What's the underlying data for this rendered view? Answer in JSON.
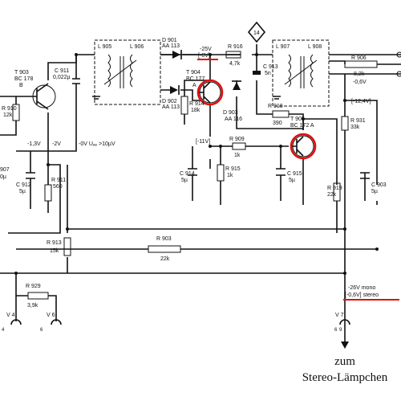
{
  "diagram": {
    "annotation_color": "#e01010",
    "transistors": [
      {
        "ref": "T 903",
        "type": "BC 178",
        "suffix": "B"
      },
      {
        "ref": "T 904",
        "type": "BC 177",
        "suffix": "A"
      },
      {
        "ref": "T 905",
        "type": "BC 172 A",
        "suffix": ""
      }
    ],
    "coils": [
      {
        "ref": "L 905"
      },
      {
        "ref": "L 906"
      },
      {
        "ref": "L 907"
      },
      {
        "ref": "L 908"
      }
    ],
    "diodes": [
      {
        "ref": "D 901",
        "type": "AA 113"
      },
      {
        "ref": "D 902",
        "type": "AA 113"
      },
      {
        "ref": "D 903",
        "type": "AA 116"
      }
    ],
    "resistors": [
      {
        "ref": "R 910",
        "value": "12k"
      },
      {
        "ref": "R 911",
        "value": "560"
      },
      {
        "ref": "R 913",
        "value": "15k"
      },
      {
        "ref": "R 914",
        "value": "18k"
      },
      {
        "ref": "R 915",
        "value": "1k"
      },
      {
        "ref": "R 916",
        "value": "4,7k"
      },
      {
        "ref": "R 918",
        "value": "390"
      },
      {
        "ref": "R 909",
        "value": "1k"
      },
      {
        "ref": "R 919",
        "value": "22k"
      },
      {
        "ref": "R 903",
        "value": "22k"
      },
      {
        "ref": "R 906",
        "value": "8,2k"
      },
      {
        "ref": "R 931",
        "value": "33k"
      },
      {
        "ref": "R 929",
        "value": "3,9k"
      }
    ],
    "capacitors": [
      {
        "ref": "C 911",
        "value": "0,022µ"
      },
      {
        "ref": "C 912",
        "value": "5µ"
      },
      {
        "ref": "C 913",
        "value": "5n"
      },
      {
        "ref": "C 914",
        "value": "5µ"
      },
      {
        "ref": "C 915",
        "value": "5µ"
      },
      {
        "ref": "C 903",
        "value": "5µ"
      }
    ],
    "voltages": {
      "t903_emitter": "-1,3V",
      "t903_collector": "-2V",
      "signal_condition": "-0V Uₐₑ >10µV",
      "t904_emitter": "-25V",
      "t904_emitter_bracket": "[-6V]",
      "t905_base": "[-11V]",
      "rail_right": "-0,6V",
      "rail_right_bracket": "[-12,4V]",
      "mono": "-26V mono",
      "stereo": "[-0,6V] stereo"
    },
    "node_marker": "14",
    "pin_labels": [
      "V 4",
      "V 6",
      "V 7",
      "4",
      "6",
      "6",
      "9"
    ],
    "partial_labels": [
      "907",
      "0µ"
    ],
    "caption_line1": "zum",
    "caption_line2": "Stereo-Lämpchen"
  }
}
